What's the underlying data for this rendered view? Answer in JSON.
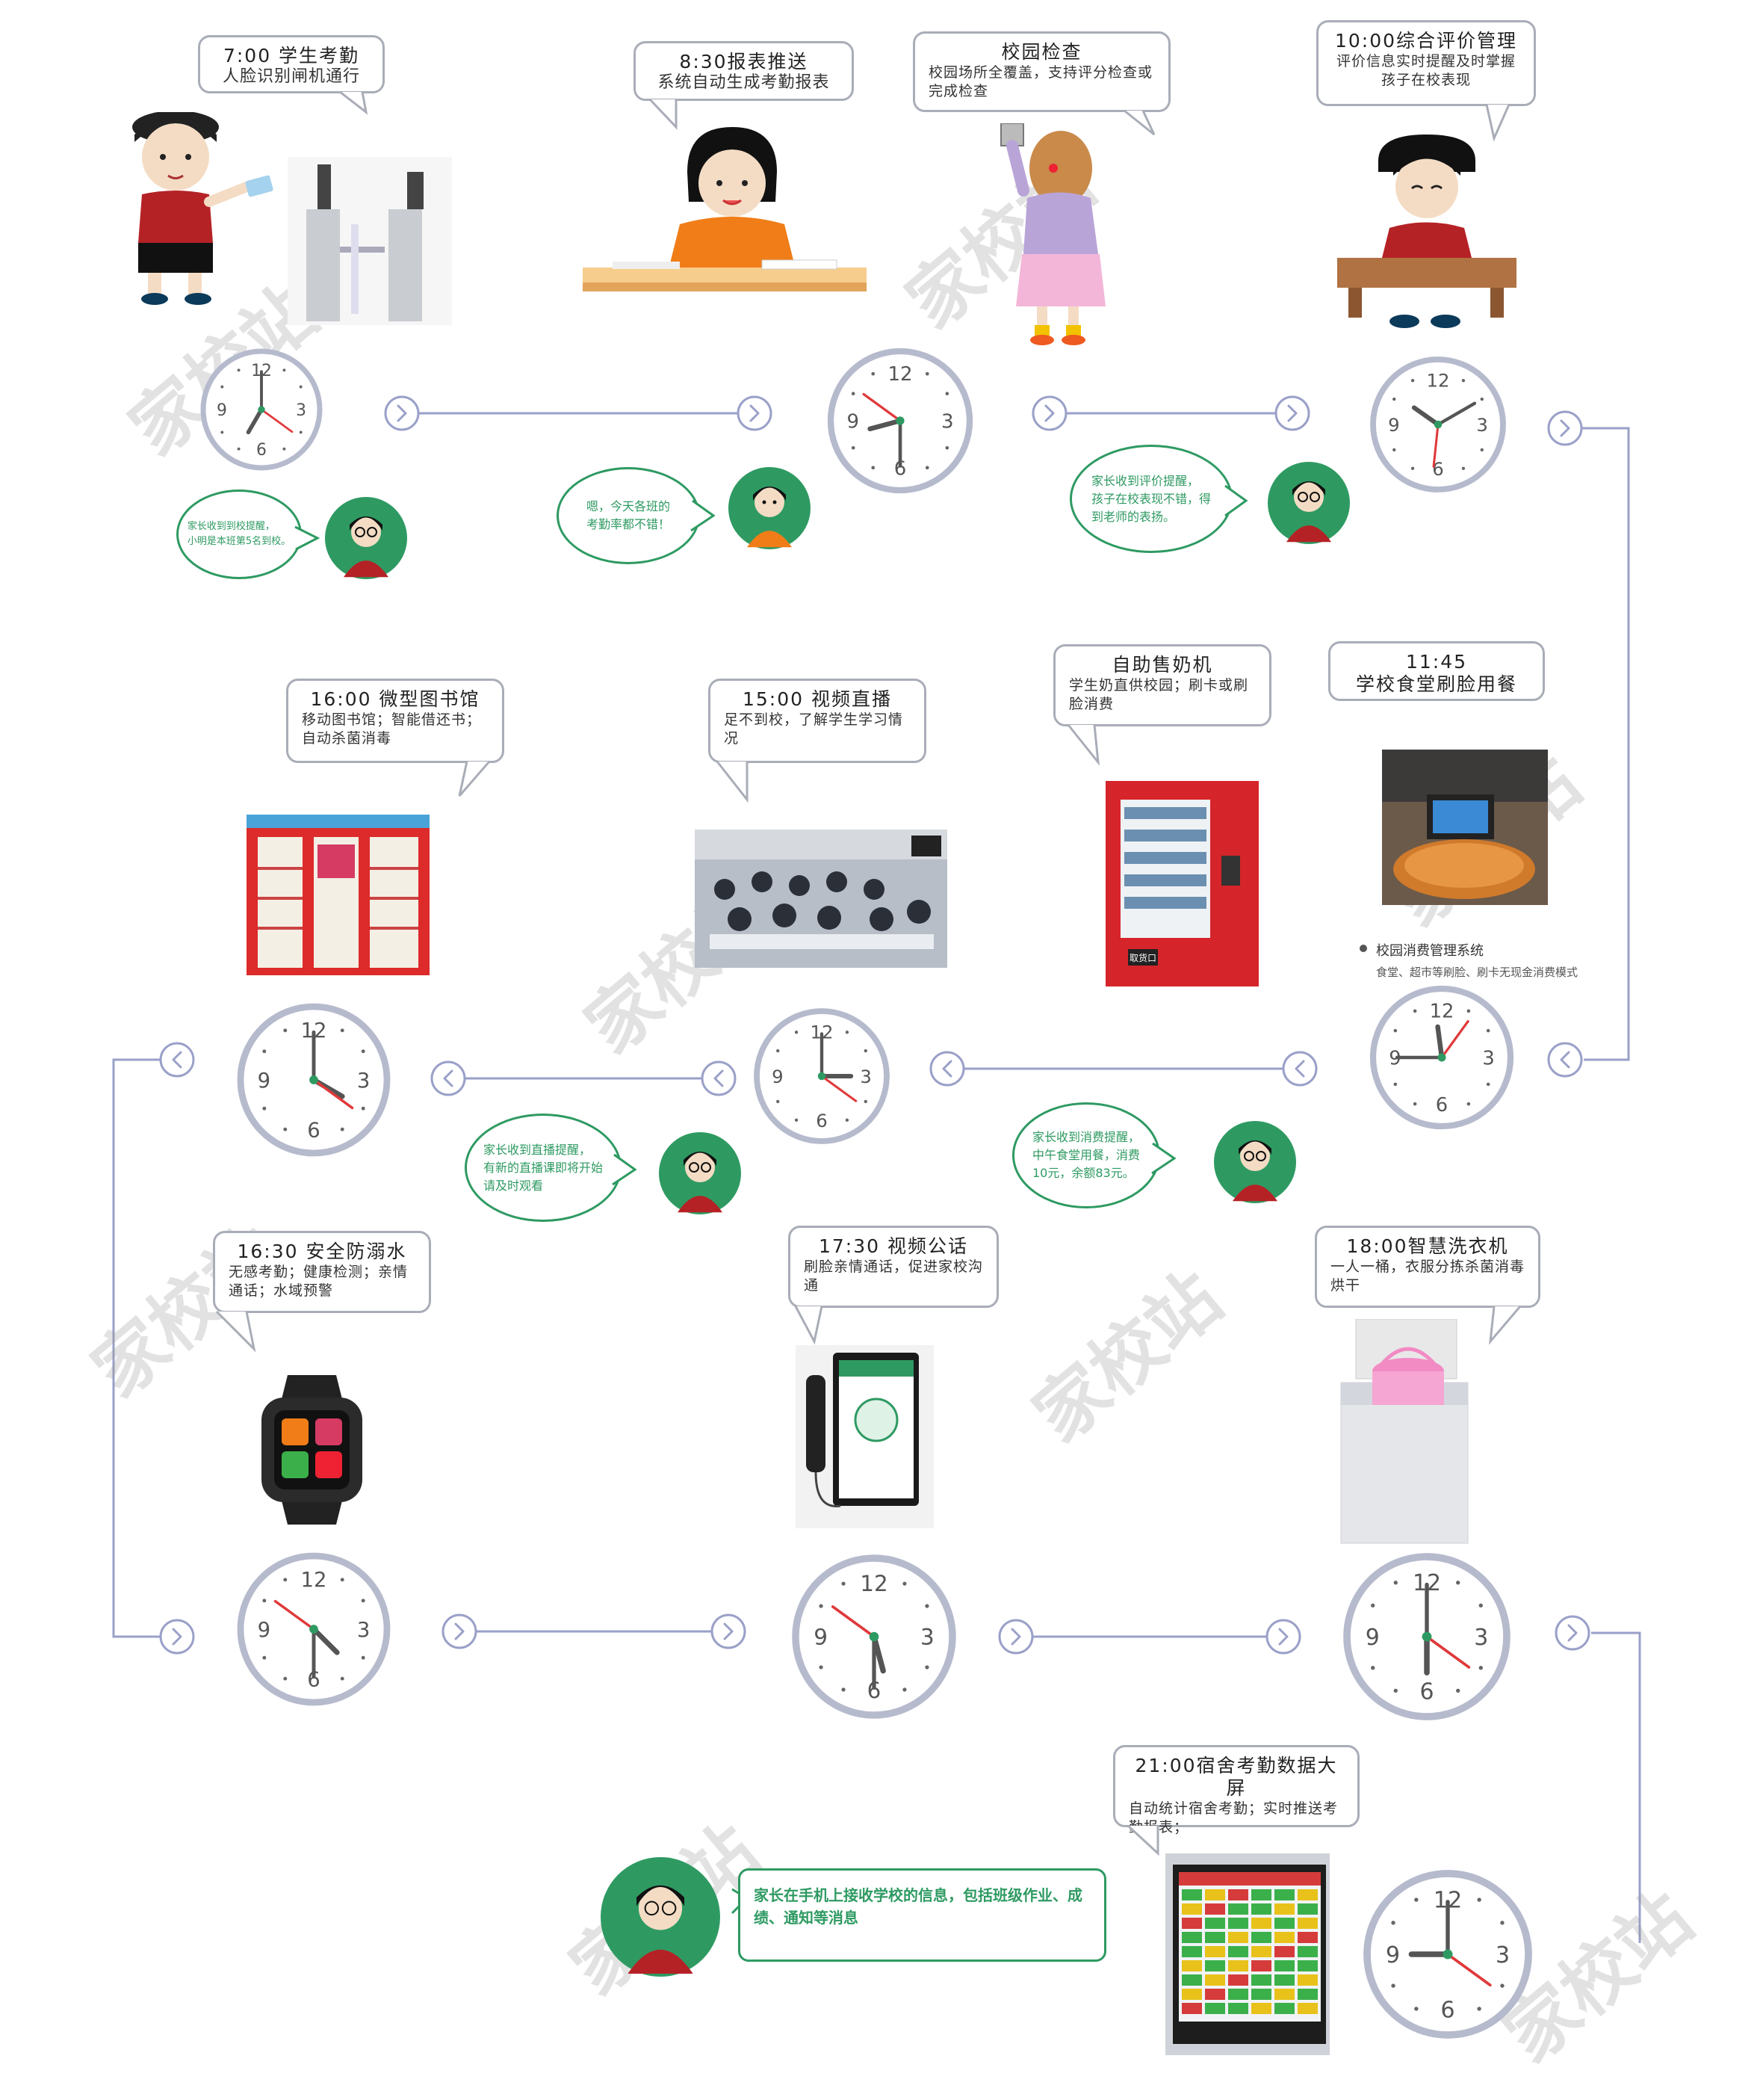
{
  "steps": [
    {
      "title": "7:00 学生考勤",
      "sub": "人脸识别闸机通行"
    },
    {
      "title": "8:30报表推送",
      "sub": "系统自动生成考勤报表"
    },
    {
      "title": "校园检查",
      "sub": "校园场所全覆盖，支持评分检查或完成检查"
    },
    {
      "title": "10:00综合评价管理",
      "sub": "评价信息实时提醒及时掌握孩子在校表现"
    },
    {
      "title": "11:45",
      "sub": "学校食堂刷脸用餐"
    },
    {
      "title": "自助售奶机",
      "sub": "学生奶直供校园；刷卡或刷脸消费"
    },
    {
      "title": "15:00 视频直播",
      "sub": "足不到校，了解学生学习情况"
    },
    {
      "title": "16:00 微型图书馆",
      "sub": "移动图书馆；智能借还书；自动杀菌消毒"
    },
    {
      "title": "16:30 安全防溺水",
      "sub": "无感考勤；健康检测；亲情通话；水域预警"
    },
    {
      "title": "17:30 视频公话",
      "sub": "刷脸亲情通话，促进家校沟通"
    },
    {
      "title": "18:00智慧洗衣机",
      "sub": "一人一桶，衣服分拣杀菌消毒烘干"
    },
    {
      "title": "21:00宿舍考勤数据大屏",
      "sub": "自动统计宿舍考勤；实时推送考勤报表；"
    }
  ],
  "notes": [
    {
      "l1": "家长收到到校提醒，",
      "l2": "小明是本班第5名到校。",
      "l3": ""
    },
    {
      "l1": "嗯，今天各班的",
      "l2": "考勤率都不错！",
      "l3": ""
    },
    {
      "l1": "家长收到评价提醒，",
      "l2": "孩子在校表现不错，得",
      "l3": "到老师的表扬。"
    },
    {
      "l1": "家长收到消费提醒，",
      "l2": "中午食堂用餐，消费",
      "l3": "10元，余额83元。"
    },
    {
      "l1": "家长收到直播提醒，",
      "l2": "有新的直播课即将开始",
      "l3": "请及时观看"
    }
  ],
  "final_message": "家长在手机上接收学校的信息，包括班级作业、成绩、通知等消息",
  "canteen_caption": {
    "title": "校园消费管理系统",
    "sub": "食堂、超市等刷脸、刷卡无现金消费模式"
  },
  "vending_label": "取货口",
  "clock_numbers": [
    "12",
    "3",
    "6",
    "9"
  ],
  "clocks": [
    {
      "hour": 7,
      "minute": 0
    },
    {
      "hour": 8,
      "minute": 30
    },
    {
      "hour": 10,
      "minute": 10
    },
    {
      "hour": 11,
      "minute": 45
    },
    {
      "hour": 15,
      "minute": 0
    },
    {
      "hour": 16,
      "minute": 0
    },
    {
      "hour": 16,
      "minute": 30
    },
    {
      "hour": 17,
      "minute": 30
    },
    {
      "hour": 18,
      "minute": 0
    },
    {
      "hour": 21,
      "minute": 0
    }
  ],
  "watermark": "家校站",
  "colors": {
    "line": "#9aa0c8",
    "clock_rim": "#b6bacd",
    "second_hand": "#e0393a",
    "hands": "#555555",
    "green": "#2e9a62",
    "bubble_border": "#a9adb7"
  }
}
